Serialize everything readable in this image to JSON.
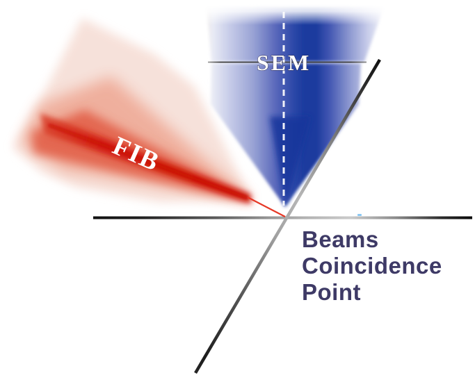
{
  "diagram": {
    "sem_column": {
      "label": "SEM"
    },
    "fib_beam": {
      "label": "FIB"
    },
    "coincidence_label": {
      "line1": "Beams",
      "line2": "Coincidence",
      "line3": "Point"
    },
    "colors": {
      "sem_beam_dark_blue": "#1c3b9e",
      "sem_beam_mid_blue": "#5a68bb",
      "sem_beam_light_blue": "#eef0f8",
      "fib_beam_core_red": "#c90e03",
      "fib_beam_mid_red": "#e2604a",
      "fib_beam_soft_pink": "#f6ded6",
      "beam_label_text": "#ffffff",
      "coincidence_text": "#3e3a66",
      "stage_line_dark": "#111111",
      "stage_line_light": "#c6c6c6",
      "background": "#ffffff"
    }
  }
}
